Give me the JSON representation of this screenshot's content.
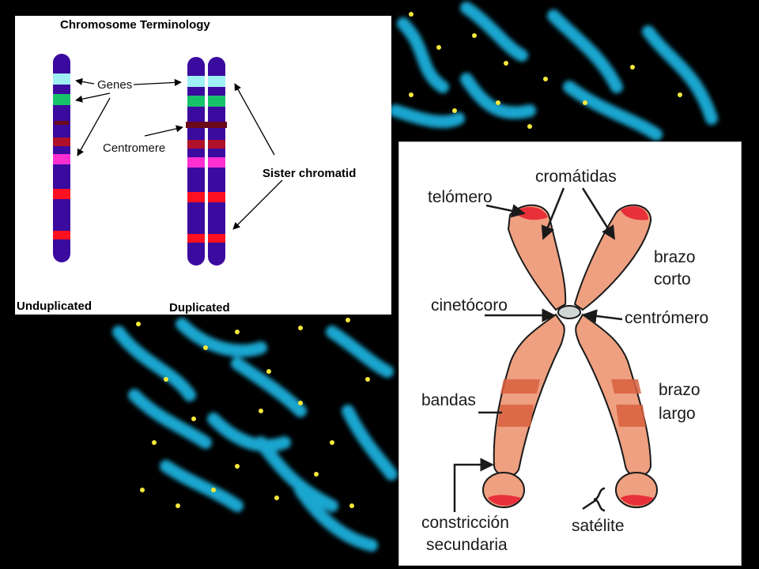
{
  "left_panel": {
    "title": "Chromosome Terminology",
    "labels": {
      "genes": "Genes",
      "centromere": "Centromere",
      "sister_chromatid": "Sister chromatid",
      "unduplicated": "Unduplicated",
      "duplicated": "Duplicated"
    },
    "colors": {
      "chromosome": "#3b0a9e",
      "gene_light": "#9ff0f5",
      "gene_green": "#17c26a",
      "band_dark_red": "#b0102a",
      "band_magenta": "#ff2ed1",
      "band_red": "#ff1020",
      "centromere": "#6a0a1a"
    }
  },
  "right_panel": {
    "labels": {
      "cromatidas": "cromátidas",
      "telomero": "telómero",
      "brazo_corto_1": "brazo",
      "brazo_corto_2": "corto",
      "cinetocoro": "cinetócoro",
      "centromero": "centrómero",
      "bandas": "bandas",
      "brazo_largo_1": "brazo",
      "brazo_largo_2": "largo",
      "constriccion_1": "constricción",
      "constriccion_2": "secundaria",
      "satelite": "satélite"
    },
    "colors": {
      "chromosome": "#eea080",
      "outline": "#1a1a1a",
      "band": "#d86040",
      "telomere": "#e8303a"
    }
  },
  "background": {
    "color": "#000000",
    "chromosome_color": "#1fb8e6",
    "dot_color": "#f5e83a"
  }
}
